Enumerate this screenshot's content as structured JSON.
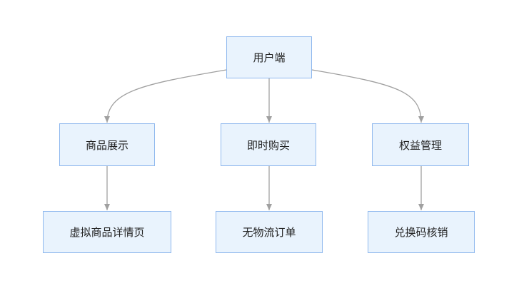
{
  "diagram": {
    "root": {
      "label": "用户端"
    },
    "branches": [
      {
        "label": "商品展示",
        "child": {
          "label": "虚拟商品详情页"
        }
      },
      {
        "label": "即时购买",
        "child": {
          "label": "无物流订单"
        }
      },
      {
        "label": "权益管理",
        "child": {
          "label": "兑换码核销"
        }
      }
    ],
    "colors": {
      "node_fill": "#e9f3fd",
      "node_border": "#8fb8ee",
      "edge": "#a0a0a0",
      "text": "#222222"
    }
  }
}
